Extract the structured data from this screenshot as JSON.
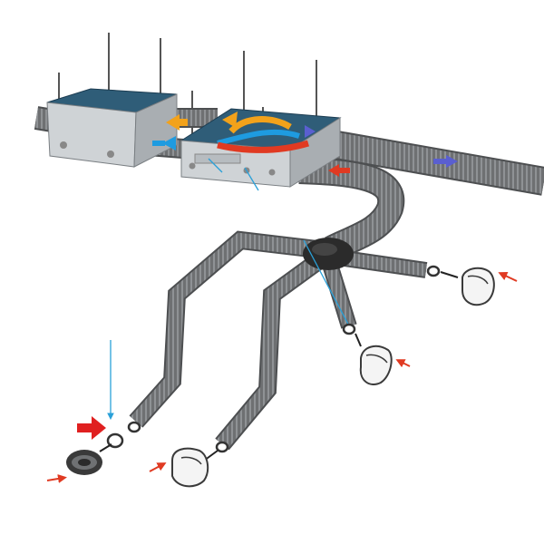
{
  "diagram": {
    "type": "ventilation-heat-recovery-ductwork",
    "colors": {
      "background": "#ffffff",
      "unit_top": "#2f5d78",
      "unit_front": "#cfd3d6",
      "duct": "#6e7072",
      "duct_ridge": "#8f9295",
      "duct_dark": "#4d4f51",
      "junction": "#2b2b2b",
      "arrow_supply": "#1e9be0",
      "arrow_exhaust": "#e03a22",
      "arrow_warm": "#f2a21b",
      "arrow_extract_out": "#5a5fd0",
      "callout_line": "#2aa0d8",
      "callout_arrow": "#e02020",
      "terminal_body": "#f4f4f4",
      "terminal_outline": "#3a3a3a"
    },
    "components": [
      {
        "id": "filter-box",
        "icon": "filter-unit-box"
      },
      {
        "id": "heat-recovery-unit",
        "icon": "heat-exchanger-box"
      },
      {
        "id": "main-trunk-duct",
        "icon": "flexible-duct"
      },
      {
        "id": "distribution-manifold",
        "icon": "junction-hub"
      },
      {
        "id": "ceiling-terminal-1",
        "icon": "air-valve"
      },
      {
        "id": "wall-terminal-2",
        "icon": "air-valve"
      },
      {
        "id": "wall-terminal-3",
        "icon": "air-valve"
      },
      {
        "id": "floor-terminal-4",
        "icon": "air-valve"
      },
      {
        "id": "round-terminal-5",
        "icon": "round-diffuser"
      }
    ],
    "callout": {
      "icon": "arrow-down",
      "pointer_icon": "arrow-right-bold"
    }
  }
}
